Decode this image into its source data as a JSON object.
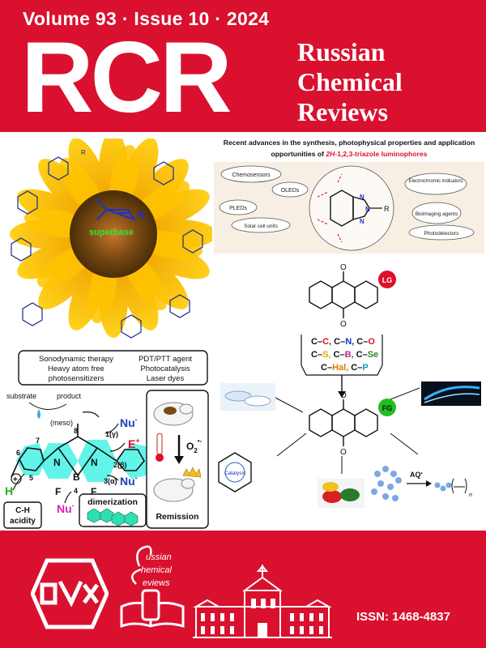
{
  "cover": {
    "volume_line": "Volume 93 · Issue 10 · 2024",
    "logo_letters": "RCR",
    "journal_title": [
      "Russian",
      "Chemical",
      "Reviews"
    ],
    "issn": "ISSN: 1468-4837"
  },
  "graphic_triazole": {
    "title_line1": "Recent advances in the synthesis, photophysical properties and application",
    "title_line2_prefix": "opportunities of ",
    "title_line2_italic": "2H",
    "title_line2_suffix": "-1,2,3-triazole luminophores",
    "applications": [
      "Chemosensors",
      "OLEDs",
      "Electrochromic indicators",
      "PLEDs",
      "Bioimaging agents",
      "Solar cell units",
      "Photodetectors"
    ],
    "r_label": "R",
    "n_label": "N"
  },
  "graphic_sunflower": {
    "center_label": "superbase",
    "n_label": "N",
    "r_label": "R"
  },
  "graphic_anthraquinone": {
    "o_label": "O",
    "lg_label": "LG",
    "fg_label": "FG",
    "bonds_line1": [
      "C–C,",
      "C–N,",
      "C–O"
    ],
    "bonds_line2": [
      "C–S,",
      "C–B,",
      "C–Se"
    ],
    "bonds_line3": [
      "C–Hal,",
      "C–P"
    ],
    "catalysis_label": "Catalysis",
    "aq_label": "AQ",
    "n_subscript": "n"
  },
  "graphic_bodipy": {
    "applications": [
      "Sonodynamic therapy",
      "PDT/PTT agent",
      "Heavy atom free",
      "Photocatalysis",
      "photosensitizers",
      "Laser dyes"
    ],
    "substrate": "substrate",
    "product": "product",
    "meso": "(meso)",
    "positions": [
      "8",
      "7",
      "6",
      "5",
      "1(γ)",
      "2(β)",
      "3(α)",
      "4"
    ],
    "nu_minus": "Nu",
    "e_plus": "E",
    "h_label": "H",
    "n_label": "N",
    "b_label": "B",
    "f_label": "F",
    "ch_acidity": [
      "C-H",
      "acidity"
    ],
    "dimerization": "dimerization",
    "o2": "O",
    "remission": "Remission"
  },
  "footer": {
    "center_logo_words": [
      "ussian",
      "hemical",
      "eviews"
    ]
  },
  "colors": {
    "brand_red": "#d9112f",
    "bodipy_cyan": "#2ef0e0",
    "nu_blue": "#1a3fb5",
    "e_red": "#e0102a",
    "h_green": "#20b020"
  }
}
